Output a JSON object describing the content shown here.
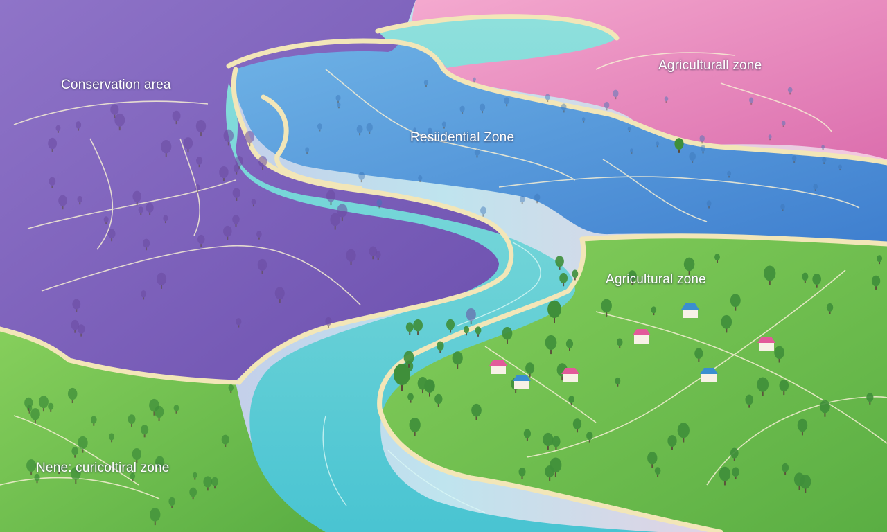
{
  "map": {
    "labels": {
      "conservation": "Conservation area",
      "residential": "Resiidential Zone",
      "agri_top": "Agriculturall zone",
      "agri_right": "Agricultural zone",
      "agri_bottom": "Nene: curicoltiral zone"
    },
    "colors": {
      "conservation": "#7b5cb8",
      "residential": "#4f8fd6",
      "agricultural_pink": "#e07ab3",
      "agricultural_green": "#6fbf4e",
      "river": "#5fd0d3",
      "boundary": "#f2e6b8",
      "tree": "#3f8f3a",
      "tree_purple": "#6a4aa0",
      "house_roof_pink": "#e25a9a",
      "house_roof_blue": "#3a8fd0"
    },
    "icons": [
      "tree-icon",
      "house-icon"
    ]
  }
}
